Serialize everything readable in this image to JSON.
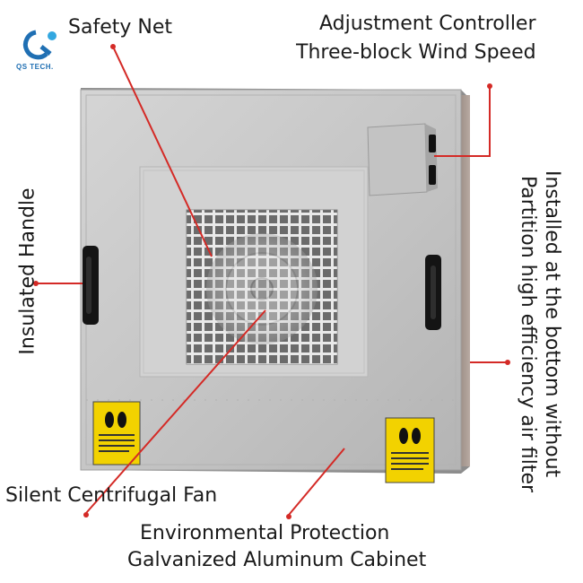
{
  "labels": {
    "safety_net": "Safety Net",
    "adjustment_line1": "Adjustment Controller",
    "adjustment_line2": "Three-block Wind  Speed",
    "insulated_handle": "Insulated Handle",
    "installed_line1": "Installed at the bottom without",
    "installed_line2": "Partition high efficiency air filter",
    "silent_fan": "Silent Centrifugal Fan",
    "environment_line1": "Environmental Protection",
    "environment_line2": "Galvanized Aluminum Cabinet"
  },
  "logo": {
    "text": "QS TECH."
  },
  "colors": {
    "annotation_line": "#d42a26",
    "cabinet": "#c9c9c9",
    "cabinet_shadow": "#a7a7a7",
    "sticker": "#f2d200",
    "logo": "#1f6fb3"
  },
  "icons": [
    "qs-tech-logo-icon",
    "footprints-icon"
  ]
}
